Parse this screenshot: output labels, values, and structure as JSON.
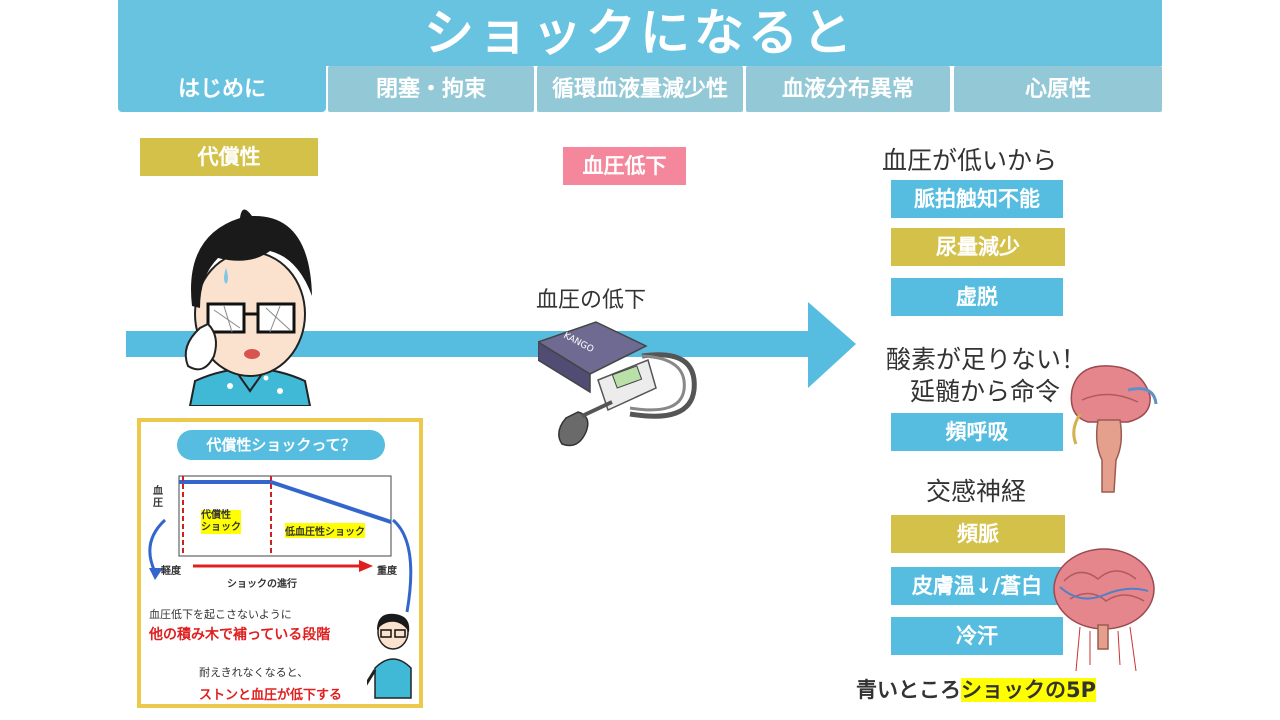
{
  "header": {
    "title": "ショックになると",
    "tabs": [
      {
        "label": "はじめに",
        "active": true
      },
      {
        "label": "閉塞・拘束",
        "active": false
      },
      {
        "label": "循環血液量減少性",
        "active": false
      },
      {
        "label": "血液分布異常",
        "active": false
      },
      {
        "label": "心原性",
        "active": false
      }
    ]
  },
  "left": {
    "badge": "代償性",
    "inset": {
      "title": "代償性ショックって？",
      "axis_y": "血\n圧",
      "stage1": "代償性\nショック",
      "stage2": "低血圧性ショック",
      "mild": "軽度",
      "severe": "重度",
      "progress": "ショックの進行",
      "note1": "血圧低下を起こさないように",
      "note2": "他の積み木で補っている段階",
      "note3": "耐えきれなくなると、",
      "note4": "ストンと血圧が低下する"
    }
  },
  "center": {
    "badge": "血圧低下",
    "arrow_label": "血圧の低下",
    "cuff_brand": "KANGO"
  },
  "right": {
    "heading1": "血圧が低いから",
    "items1": [
      "脈拍触知不能",
      "尿量減少",
      "虚脱"
    ],
    "heading2a": "酸素が足りない！",
    "heading2b": "延髄から命令",
    "items2": [
      "頻呼吸"
    ],
    "heading3": "交感神経",
    "items3": [
      "頻脈",
      "皮膚温↓/蒼白",
      "冷汗"
    ],
    "footer_prefix": "青いところ",
    "footer_highlight": "ショックの5P"
  },
  "colors": {
    "header_blue": "#68c3e0",
    "tab_inactive": "#93c8d6",
    "chip_blue": "#56bde0",
    "chip_gold": "#d4c14a",
    "chip_pink": "#f4879c",
    "highlight_yellow": "#ffff00",
    "alert_red": "#e02020"
  }
}
